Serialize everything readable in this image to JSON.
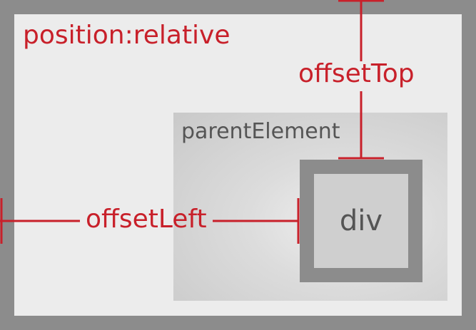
{
  "colors": {
    "background": "#8c8c8c",
    "outer_fill": "#ececec",
    "parent_fill": "#d4d4d4",
    "div_border": "#8c8c8c",
    "div_fill": "#cfcfcf",
    "accent_red": "#c8202a",
    "text_gray": "#555555"
  },
  "labels": {
    "outer": "position:relative",
    "parent": "parentElement",
    "div": "div",
    "offset_top": "offsetTop",
    "offset_left": "offsetLeft"
  }
}
